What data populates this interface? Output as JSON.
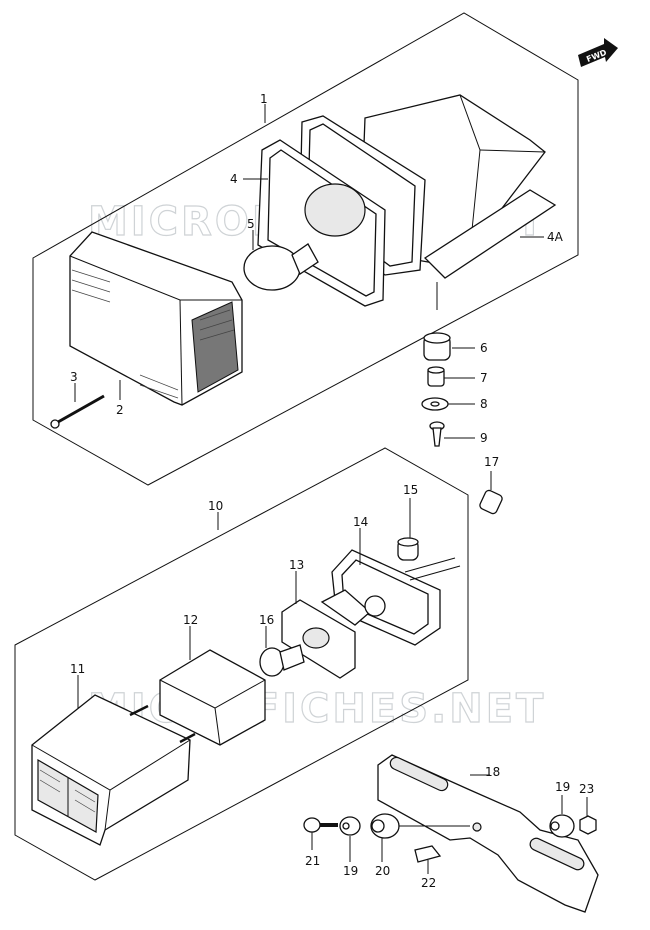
{
  "watermark": "MICROFICHES.NET",
  "fwd_label": "FWD",
  "callouts": {
    "c1": "1",
    "c2": "2",
    "c3": "3",
    "c4": "4",
    "c4a": "4A",
    "c5": "5",
    "c6": "6",
    "c7": "7",
    "c8": "8",
    "c9": "9",
    "c10": "10",
    "c11": "11",
    "c12": "12",
    "c13": "13",
    "c14": "14",
    "c15": "15",
    "c16": "16",
    "c17": "17",
    "c18": "18",
    "c19a": "19",
    "c19b": "19",
    "c20": "20",
    "c21": "21",
    "c22": "22",
    "c23": "23"
  }
}
